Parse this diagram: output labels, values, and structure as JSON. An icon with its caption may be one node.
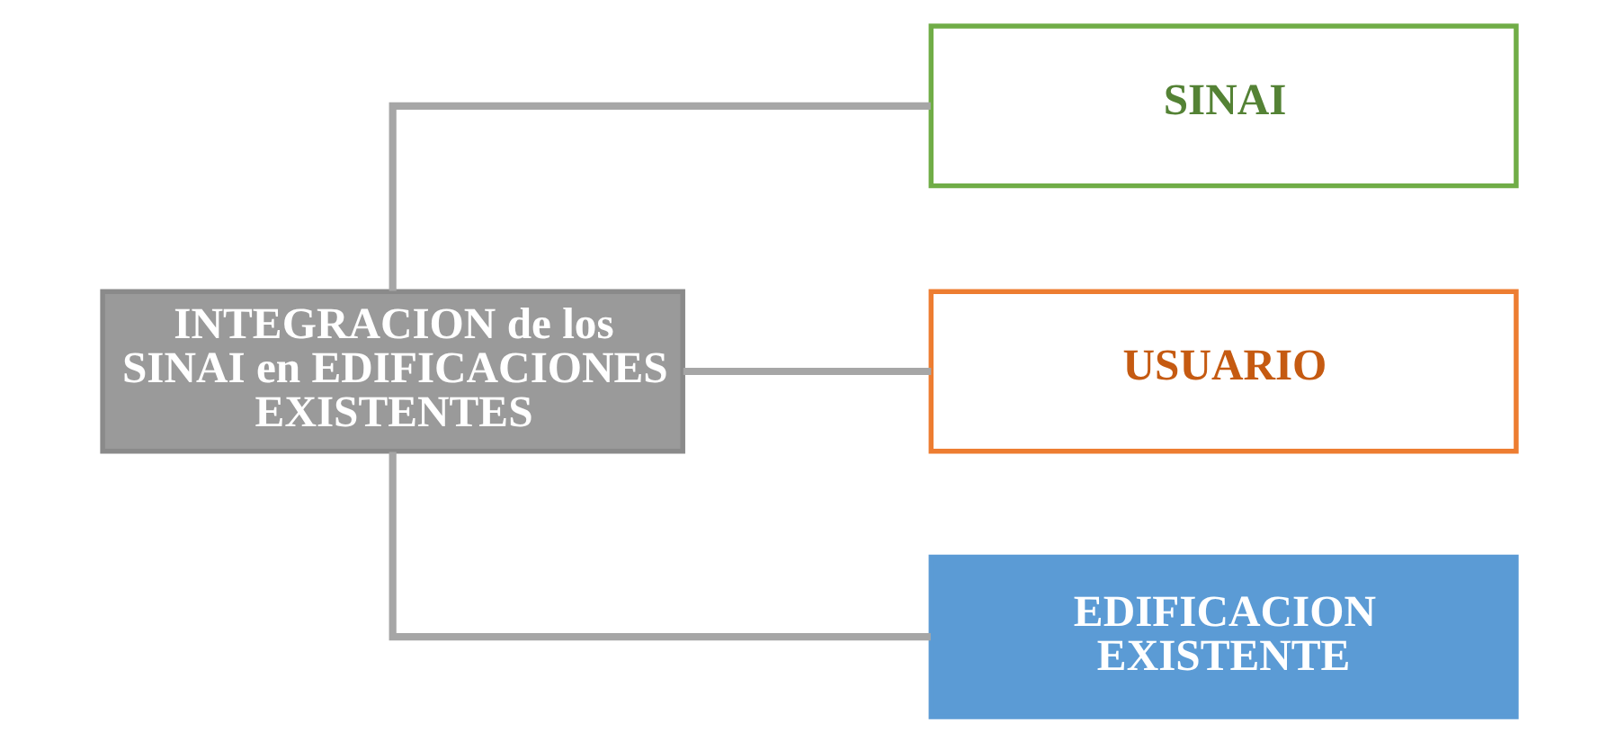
{
  "diagram": {
    "nodes": [
      {
        "text": [
          "INTEGRACION de los SINAI en EDIFICACIONES EXISTENTES"
        ]
      },
      {
        "text": [
          "SINAI"
        ]
      },
      {
        "text": [
          "USUARIO"
        ]
      },
      {
        "text": [
          "EDIFICACION EXISTENTE"
        ]
      }
    ],
    "edges": [
      {
        "from": 0,
        "to": 1,
        "arrow": "none"
      },
      {
        "from": 0,
        "to": 2,
        "arrow": "none"
      },
      {
        "from": 0,
        "to": 3,
        "arrow": "none"
      }
    ]
  }
}
